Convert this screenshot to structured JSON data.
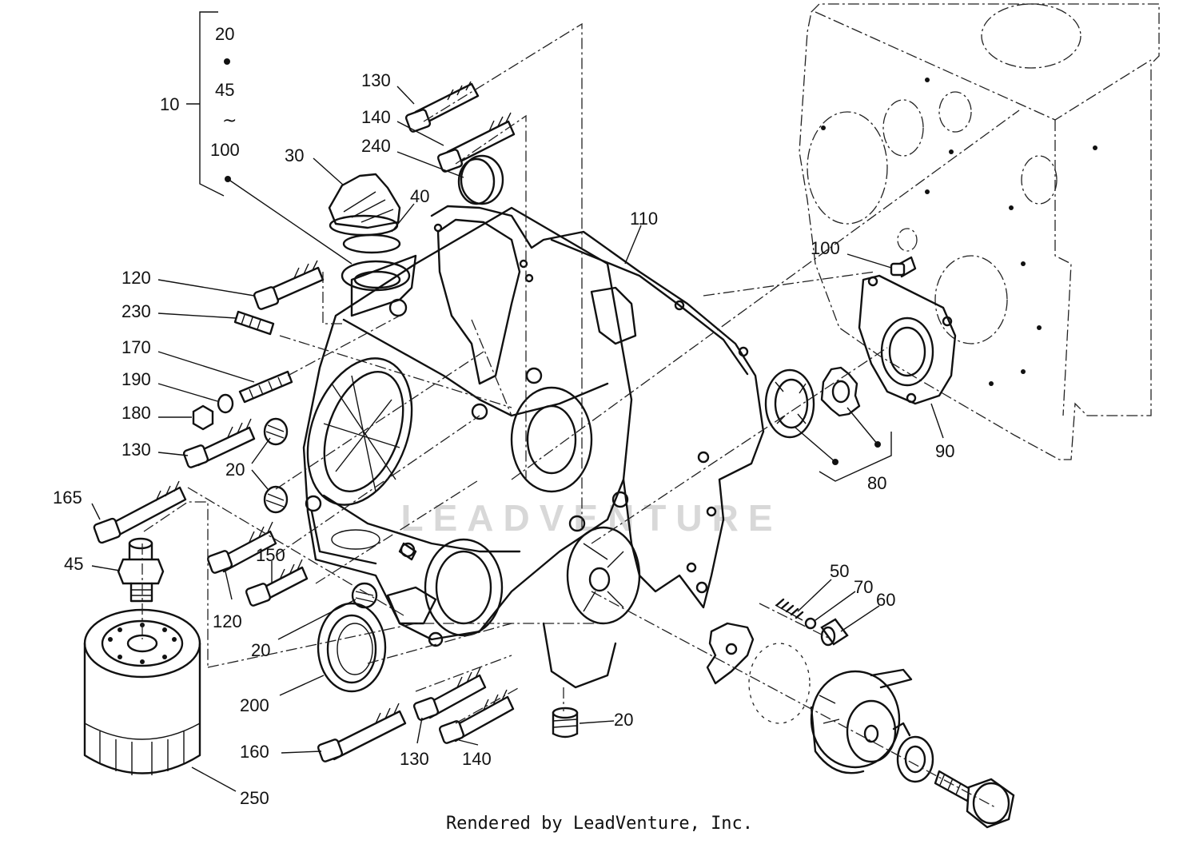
{
  "watermark": "LEADVENTURE",
  "footer": "Rendered by LeadVenture, Inc.",
  "kit": {
    "label": "10",
    "members": [
      "20",
      "45",
      "100"
    ],
    "range_symbol": "~"
  },
  "group_80": "80",
  "callouts": [
    {
      "id": "c130a",
      "text": "130"
    },
    {
      "id": "c140a",
      "text": "140"
    },
    {
      "id": "c240",
      "text": "240"
    },
    {
      "id": "c30",
      "text": "30"
    },
    {
      "id": "c40",
      "text": "40"
    },
    {
      "id": "c110",
      "text": "110"
    },
    {
      "id": "c100",
      "text": "100"
    },
    {
      "id": "c120a",
      "text": "120"
    },
    {
      "id": "c230",
      "text": "230"
    },
    {
      "id": "c170",
      "text": "170"
    },
    {
      "id": "c190",
      "text": "190"
    },
    {
      "id": "c180",
      "text": "180"
    },
    {
      "id": "c130b",
      "text": "130"
    },
    {
      "id": "c20a",
      "text": "20"
    },
    {
      "id": "c165",
      "text": "165"
    },
    {
      "id": "c45",
      "text": "45"
    },
    {
      "id": "c150",
      "text": "150"
    },
    {
      "id": "c120b",
      "text": "120"
    },
    {
      "id": "c20b",
      "text": "20"
    },
    {
      "id": "c200",
      "text": "200"
    },
    {
      "id": "c160",
      "text": "160"
    },
    {
      "id": "c130c",
      "text": "130"
    },
    {
      "id": "c140b",
      "text": "140"
    },
    {
      "id": "c20c",
      "text": "20"
    },
    {
      "id": "c250",
      "text": "250"
    },
    {
      "id": "c50",
      "text": "50"
    },
    {
      "id": "c70",
      "text": "70"
    },
    {
      "id": "c60",
      "text": "60"
    },
    {
      "id": "c90",
      "text": "90"
    }
  ]
}
